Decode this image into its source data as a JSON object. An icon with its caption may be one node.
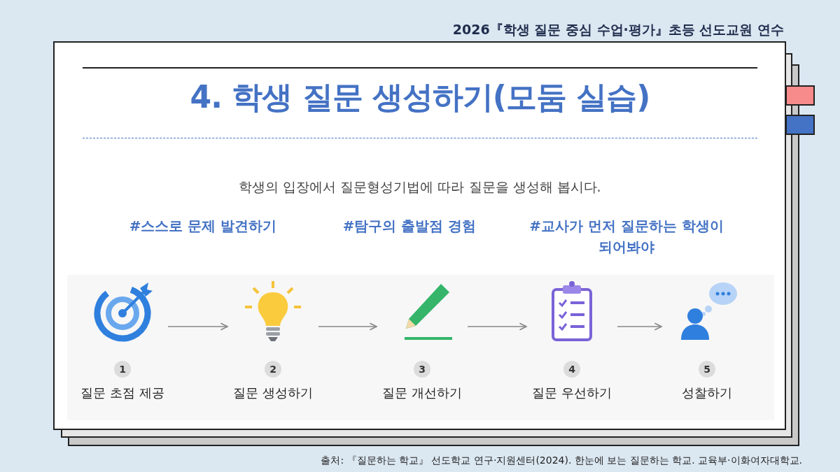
{
  "diagram": {
    "title": "4. 학생 질문 생성하기(모둠 실습)",
    "caption": "출처: 『질문하는 학교』 선도학교 연구·지원센터(2024). 한눈에 보는 질문하는 학교. 교육부·이화여자대학교.",
    "nodes": [
      {
        "text": [
          "1",
          "질문 초점 제공"
        ]
      },
      {
        "text": [
          "2",
          "질문 생성하기"
        ]
      },
      {
        "text": [
          "3",
          "질문 개선하기"
        ]
      },
      {
        "text": [
          "4",
          "질문 우선하기"
        ]
      },
      {
        "text": [
          "5",
          "성찰하기"
        ]
      }
    ],
    "edges": [
      {
        "from": 0,
        "to": 1,
        "arrow": "to"
      },
      {
        "from": 1,
        "to": 2,
        "arrow": "to"
      },
      {
        "from": 2,
        "to": 3,
        "arrow": "to"
      },
      {
        "from": 3,
        "to": 4,
        "arrow": "to"
      }
    ],
    "labels": [
      "2026『학생 질문 중심 수업·평가』초등 선도교원 연수",
      "학생의 입장에서 질문형성기법에 따라 질문을 생성해 봅시다.",
      "#스스로 문제 발견하기",
      "#탐구의 출발점 경험",
      "#교사가 먼저 질문하는 학생이 되어봐야"
    ]
  }
}
